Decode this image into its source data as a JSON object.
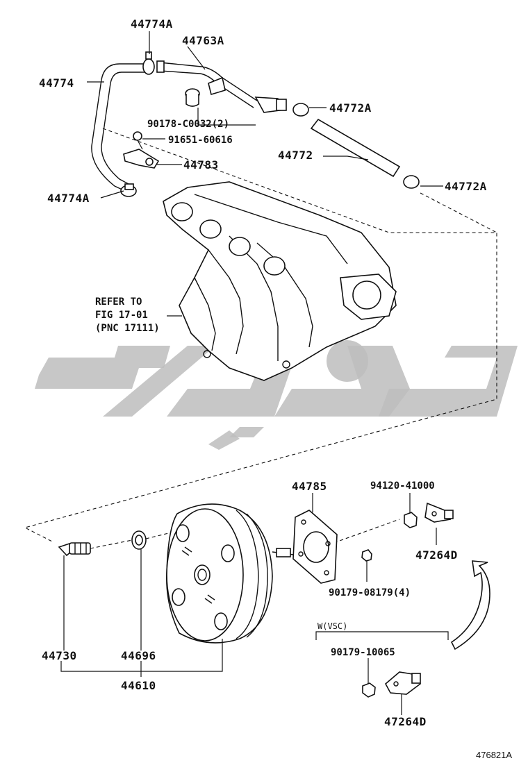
{
  "labels": {
    "p44774A_top": "44774A",
    "p44763A": "44763A",
    "p44774": "44774",
    "p90178": "90178-C0032(2)",
    "p91651": "91651-60616",
    "p44783": "44783",
    "p44772A_upper": "44772A",
    "p44772": "44772",
    "p44772A_lower": "44772A",
    "p44774A_bottom": "44774A",
    "p44785": "44785",
    "p94120": "94120-41000",
    "p47264D_upper": "47264D",
    "p90179_08179": "90179-08179(4)",
    "p44730": "44730",
    "p44696": "44696",
    "p44610": "44610",
    "p90179_10065": "90179-10065",
    "p47264D_lower": "47264D",
    "vsc_note": "W(VSC)"
  },
  "refer": {
    "line1": "REFER TO",
    "line2": "FIG 17-01",
    "line3": "(PNC 17111)"
  },
  "figure_id": "476821A",
  "icons": {
    "watermark": "brand-watermark-logo",
    "arrow": "curved-arrow-icon"
  },
  "colors": {
    "line": "#111111",
    "watermark": "#bdbdbd"
  }
}
